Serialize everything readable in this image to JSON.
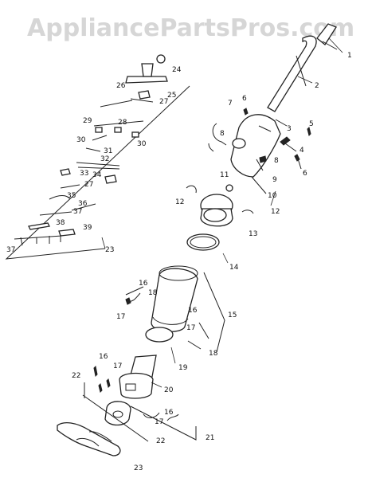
{
  "watermark": "AppliancePartsPros.com",
  "callouts": [
    {
      "id": "c1",
      "text": "1"
    },
    {
      "id": "c2",
      "text": "2"
    },
    {
      "id": "c3",
      "text": "3"
    },
    {
      "id": "c4",
      "text": "4"
    },
    {
      "id": "c5",
      "text": "5"
    },
    {
      "id": "c6a",
      "text": "6"
    },
    {
      "id": "c6b",
      "text": "6"
    },
    {
      "id": "c7",
      "text": "7"
    },
    {
      "id": "c8a",
      "text": "8"
    },
    {
      "id": "c8b",
      "text": "8"
    },
    {
      "id": "c9",
      "text": "9"
    },
    {
      "id": "c10",
      "text": "10"
    },
    {
      "id": "c11",
      "text": "11"
    },
    {
      "id": "c12a",
      "text": "12"
    },
    {
      "id": "c12b",
      "text": "12"
    },
    {
      "id": "c13",
      "text": "13"
    },
    {
      "id": "c14",
      "text": "14"
    },
    {
      "id": "c15",
      "text": "15"
    },
    {
      "id": "c16a",
      "text": "16"
    },
    {
      "id": "c16b",
      "text": "16"
    },
    {
      "id": "c16c",
      "text": "16"
    },
    {
      "id": "c16d",
      "text": "16"
    },
    {
      "id": "c17a",
      "text": "17"
    },
    {
      "id": "c17b",
      "text": "17"
    },
    {
      "id": "c17c",
      "text": "17"
    },
    {
      "id": "c17d",
      "text": "17"
    },
    {
      "id": "c18a",
      "text": "18"
    },
    {
      "id": "c18b",
      "text": "18"
    },
    {
      "id": "c19",
      "text": "19"
    },
    {
      "id": "c20",
      "text": "20"
    },
    {
      "id": "c21",
      "text": "21"
    },
    {
      "id": "c22a",
      "text": "22"
    },
    {
      "id": "c22b",
      "text": "22"
    },
    {
      "id": "c23a",
      "text": "23"
    },
    {
      "id": "c23b",
      "text": "23"
    },
    {
      "id": "c24",
      "text": "24"
    },
    {
      "id": "c25",
      "text": "25"
    },
    {
      "id": "c26",
      "text": "26"
    },
    {
      "id": "c27a",
      "text": "27"
    },
    {
      "id": "c27b",
      "text": "27"
    },
    {
      "id": "c28",
      "text": "28"
    },
    {
      "id": "c29",
      "text": "29"
    },
    {
      "id": "c30a",
      "text": "30"
    },
    {
      "id": "c30b",
      "text": "30"
    },
    {
      "id": "c31",
      "text": "31"
    },
    {
      "id": "c32",
      "text": "32"
    },
    {
      "id": "c33",
      "text": "33"
    },
    {
      "id": "c34",
      "text": "34"
    },
    {
      "id": "c35",
      "text": "35"
    },
    {
      "id": "c36",
      "text": "36"
    },
    {
      "id": "c37a",
      "text": "37"
    },
    {
      "id": "c37b",
      "text": "37"
    },
    {
      "id": "c38",
      "text": "38"
    },
    {
      "id": "c39",
      "text": "39"
    }
  ]
}
